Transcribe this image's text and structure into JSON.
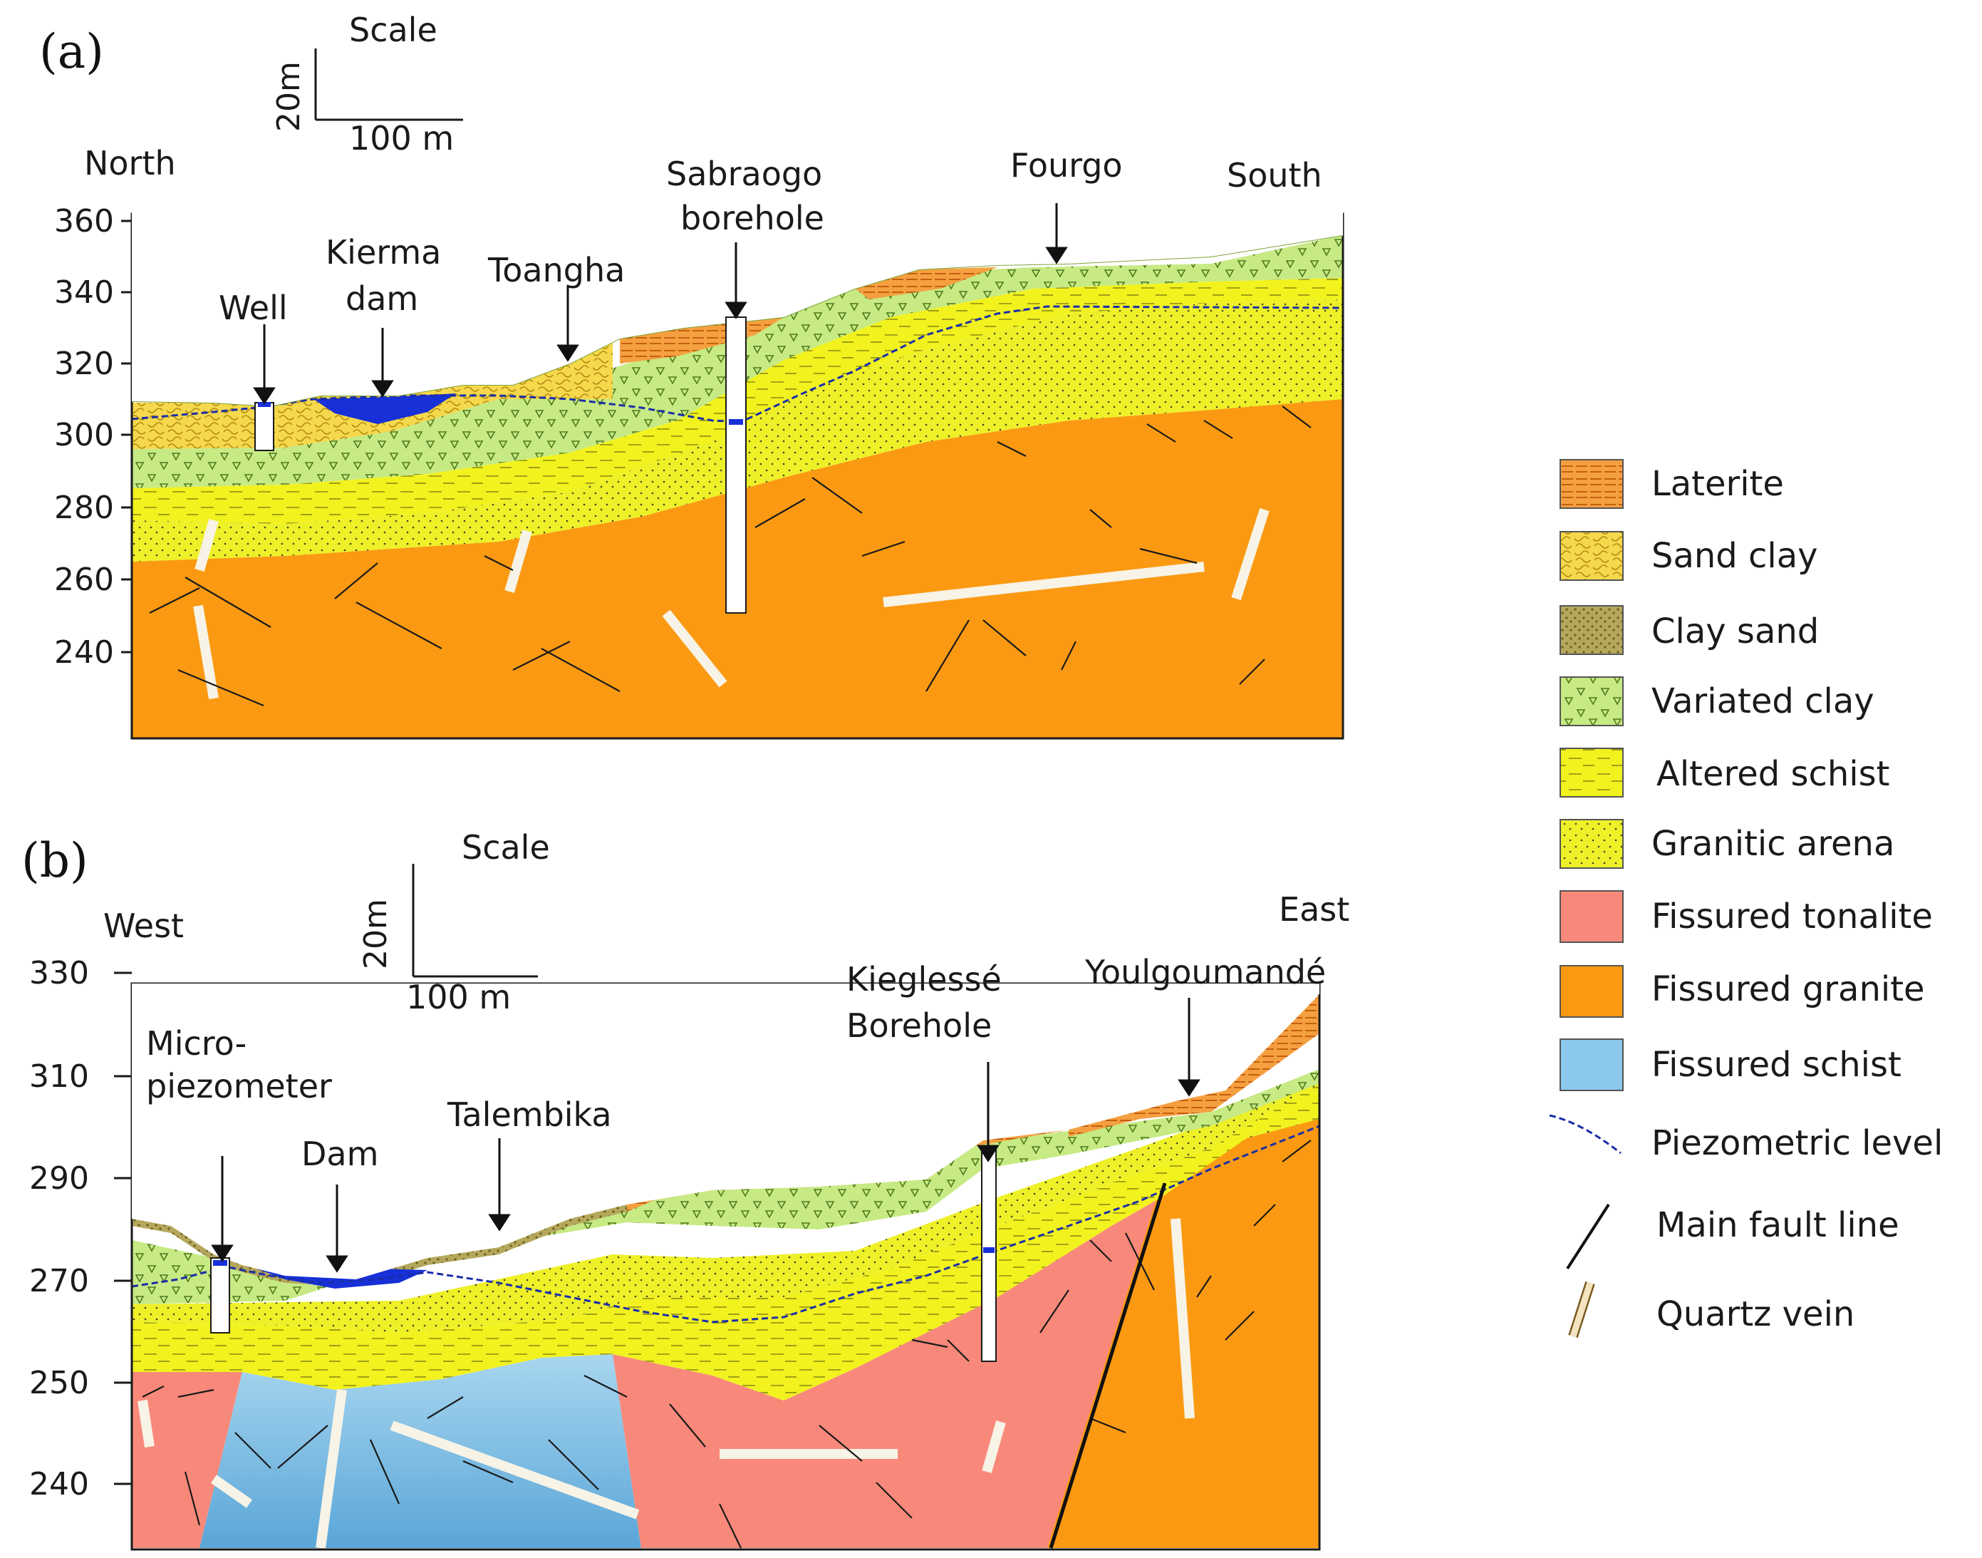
{
  "colors": {
    "laterite": "#f5a040",
    "laterite_hatch": "#c45f10",
    "sand_clay": "#f6d84c",
    "clay_sand": "#b5a85c",
    "variated_clay": "#c7ea84",
    "altered_schist": "#f2f21e",
    "granitic_arena": "#eef028",
    "fissured_tonalite": "#f8897a",
    "fissured_granite": "#fb9a12",
    "fissured_schist": "#79bde4",
    "dam_water": "#1730d8",
    "piezometric": "#1a2ea8",
    "quartz": "#f7f3e6"
  },
  "legend": {
    "items": [
      {
        "key": "laterite",
        "label": "Laterite"
      },
      {
        "key": "sand_clay",
        "label": "Sand clay"
      },
      {
        "key": "clay_sand",
        "label": "Clay sand"
      },
      {
        "key": "variated_clay",
        "label": "Variated clay"
      },
      {
        "key": "altered_schist",
        "label": "Altered schist"
      },
      {
        "key": "granitic_arena",
        "label": "Granitic arena"
      },
      {
        "key": "fissured_tonalite",
        "label": "Fissured tonalite"
      },
      {
        "key": "fissured_granite",
        "label": "Fissured granite"
      },
      {
        "key": "fissured_schist",
        "label": "Fissured schist"
      }
    ],
    "line_items": [
      {
        "key": "piezometric",
        "label": "Piezometric level"
      },
      {
        "key": "fault",
        "label": "Main fault line"
      },
      {
        "key": "quartz",
        "label": "Quartz vein"
      }
    ]
  },
  "panel_a": {
    "tag": "(a)",
    "scale_title": "Scale",
    "scale_vertical": "20m",
    "scale_horizontal": "100 m",
    "left_dir": "North",
    "right_dir": "South",
    "y_ticks": [
      "360",
      "340",
      "320",
      "300",
      "280",
      "260",
      "240"
    ],
    "sites": {
      "well": "Well",
      "kierma_1": "Kierma",
      "kierma_2": "dam",
      "toangha": "Toangha",
      "sabraogo_1": "Sabraogo",
      "sabraogo_2": "borehole",
      "fourgo": "Fourgo"
    }
  },
  "panel_b": {
    "tag": "(b)",
    "scale_title": "Scale",
    "scale_vertical": "20m",
    "scale_horizontal": "100 m",
    "left_dir": "West",
    "right_dir": "East",
    "y_ticks": [
      "330",
      "310",
      "290",
      "270",
      "250",
      "240"
    ],
    "sites": {
      "micro_1": "Micro-",
      "micro_2": "piezometer",
      "dam": "Dam",
      "talembika": "Talembika",
      "kieglesse_1": "Kieglessé",
      "kieglesse_2": "Borehole",
      "youlgoumande": "Youlgoumandé"
    }
  }
}
